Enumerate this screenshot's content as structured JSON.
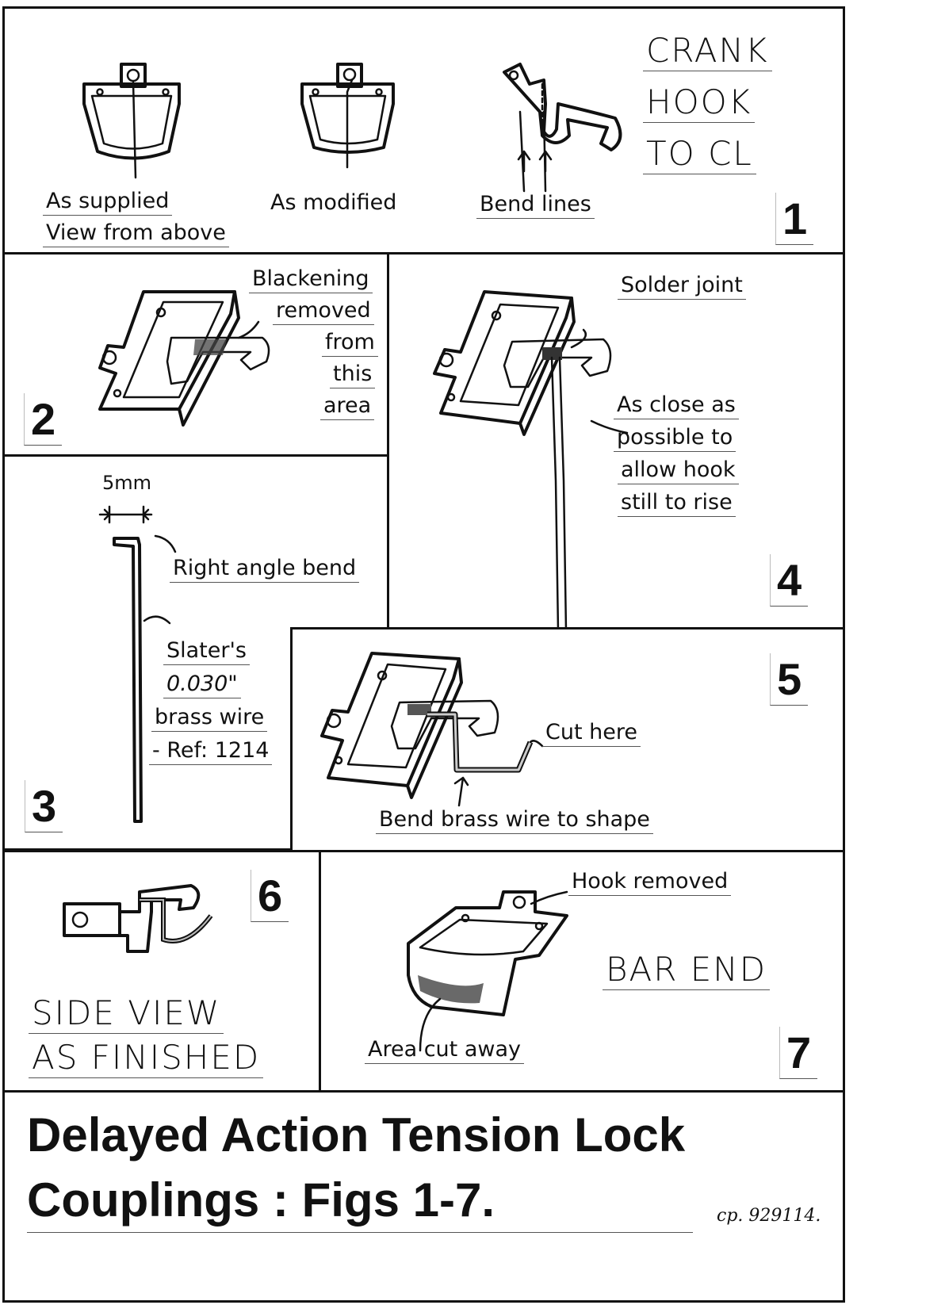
{
  "header": {
    "crank_lines": [
      "CRANK",
      "HOOK",
      "TO CL"
    ]
  },
  "fig1": {
    "labels": [
      "As supplied",
      "View from above",
      "As modified",
      "Bend lines"
    ],
    "number": "1"
  },
  "fig2": {
    "labels": [
      "Blackening",
      "removed",
      "from",
      "this",
      "area"
    ],
    "number": "2"
  },
  "fig3": {
    "dimension": "5mm",
    "labels": [
      "Right angle bend",
      "Slater's",
      "0.030\"",
      "brass wire",
      "- Ref: 1214"
    ],
    "number": "3"
  },
  "fig4": {
    "labels": [
      "Solder joint",
      "As close as",
      "possible to",
      "allow hook",
      "still to rise"
    ],
    "number": "4"
  },
  "fig5": {
    "labels": [
      "Cut here",
      "Bend brass wire to shape"
    ],
    "number": "5"
  },
  "fig6": {
    "labels": [
      "SIDE VIEW",
      "AS FINISHED"
    ],
    "number": "6"
  },
  "fig7": {
    "labels": [
      "Hook removed",
      "BAR END",
      "Area cut away"
    ],
    "number": "7"
  },
  "footer": {
    "title_line1": "Delayed Action Tension Lock",
    "title_line2": "Couplings : Figs 1-7.",
    "signature": "cp. 929114."
  },
  "colors": {
    "ink": "#111111",
    "paper": "#ffffff",
    "hatch": "#444444"
  }
}
